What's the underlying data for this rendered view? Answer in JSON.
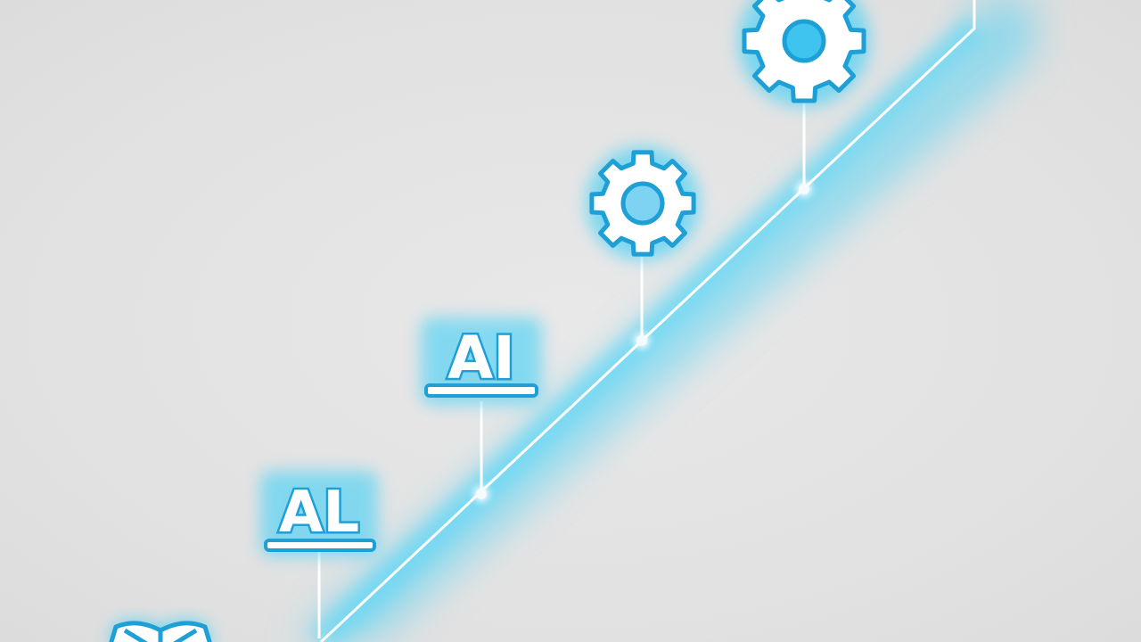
{
  "milestones": [
    {
      "kind": "book-icon",
      "label": ""
    },
    {
      "kind": "text-badge",
      "label": "AL"
    },
    {
      "kind": "text-badge",
      "label": "AI"
    },
    {
      "kind": "gear-icon",
      "label": ""
    },
    {
      "kind": "gear-icon",
      "label": ""
    }
  ],
  "colors": {
    "background": "#e3e3e3",
    "glow": "#4fd2f5",
    "stroke": "#1e9fd6",
    "line": "#ffffff",
    "icon_fill": "#ffffff",
    "gear_hub": "#7fd3f2"
  }
}
